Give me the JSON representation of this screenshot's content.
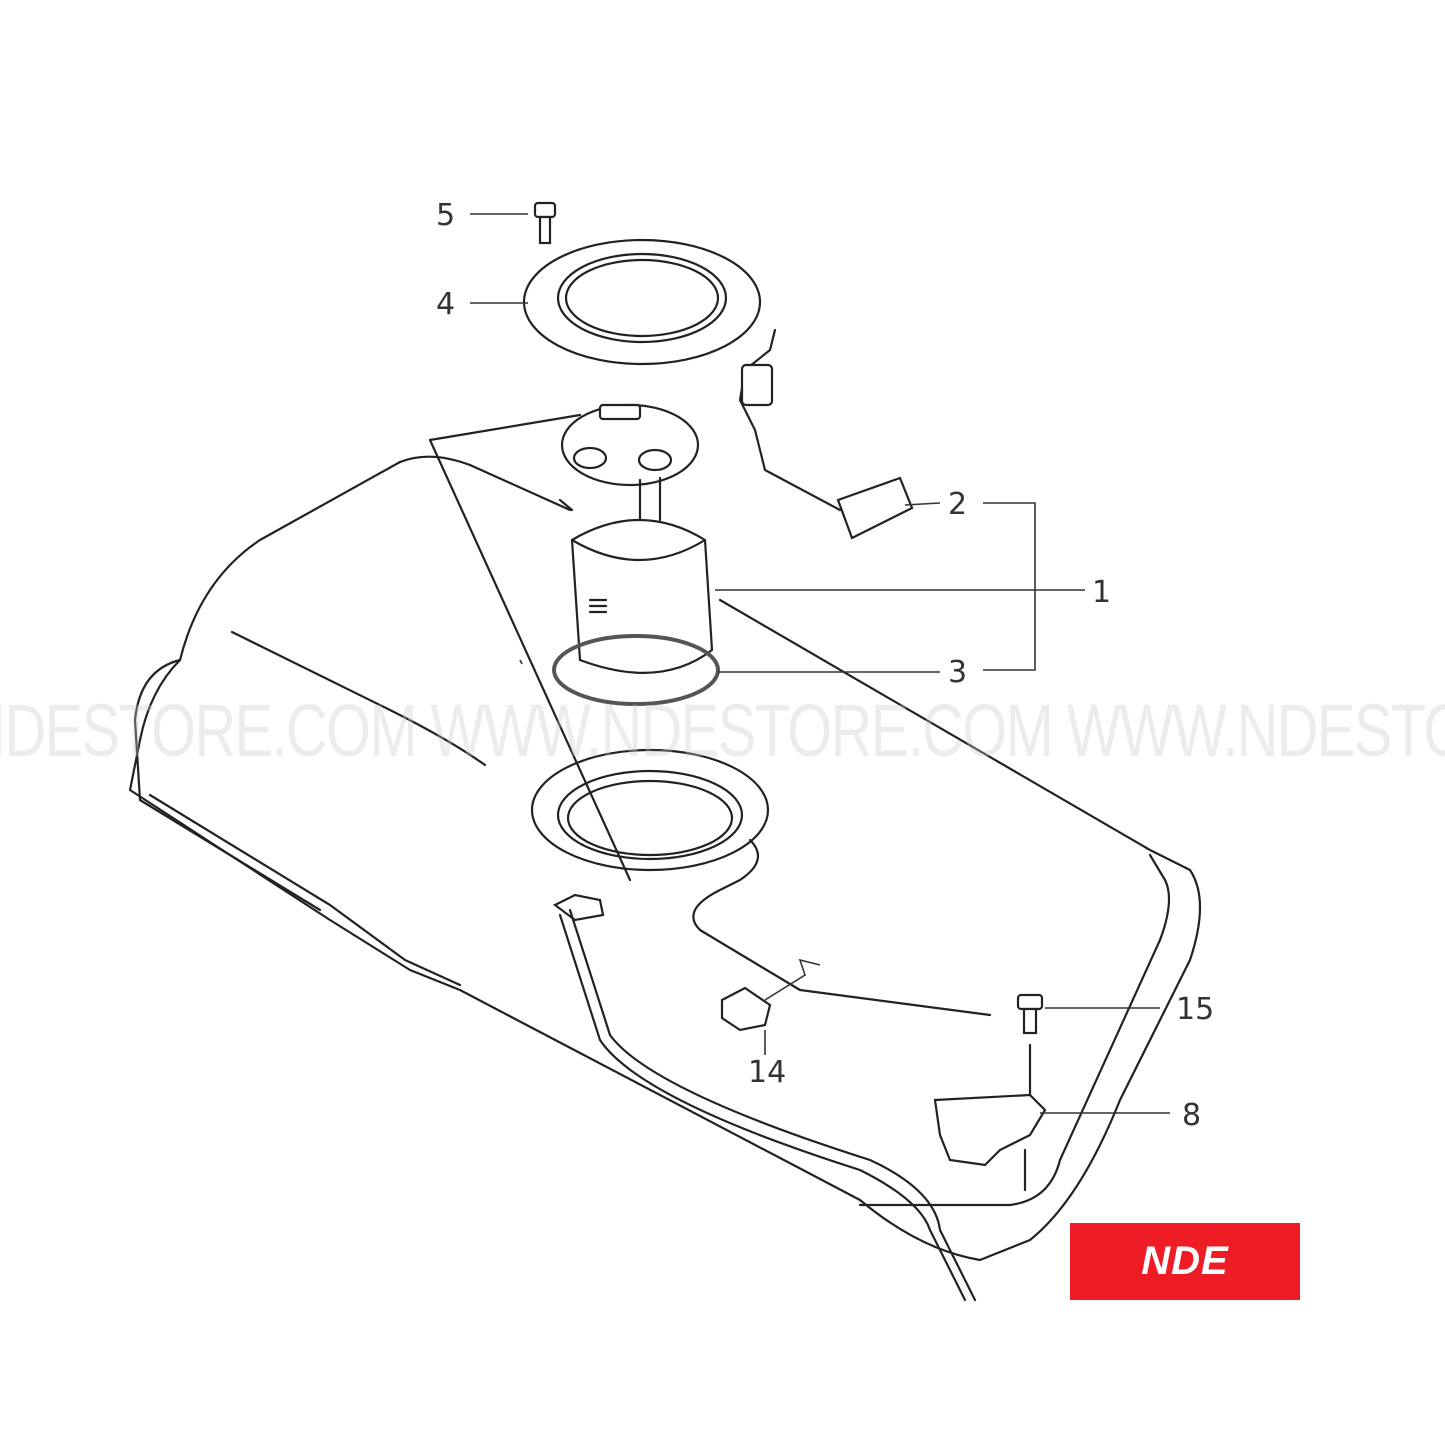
{
  "diagram": {
    "callouts": [
      "5",
      "4",
      "2",
      "1",
      "3",
      "15",
      "14",
      "8"
    ],
    "line_color": "#222222"
  },
  "watermark": {
    "text": "IDESTORE.COM WWW.NDESTORE.COM WWW.NDESTORE.C"
  },
  "logo": {
    "text": "NDE",
    "color": "#ee1c25"
  }
}
